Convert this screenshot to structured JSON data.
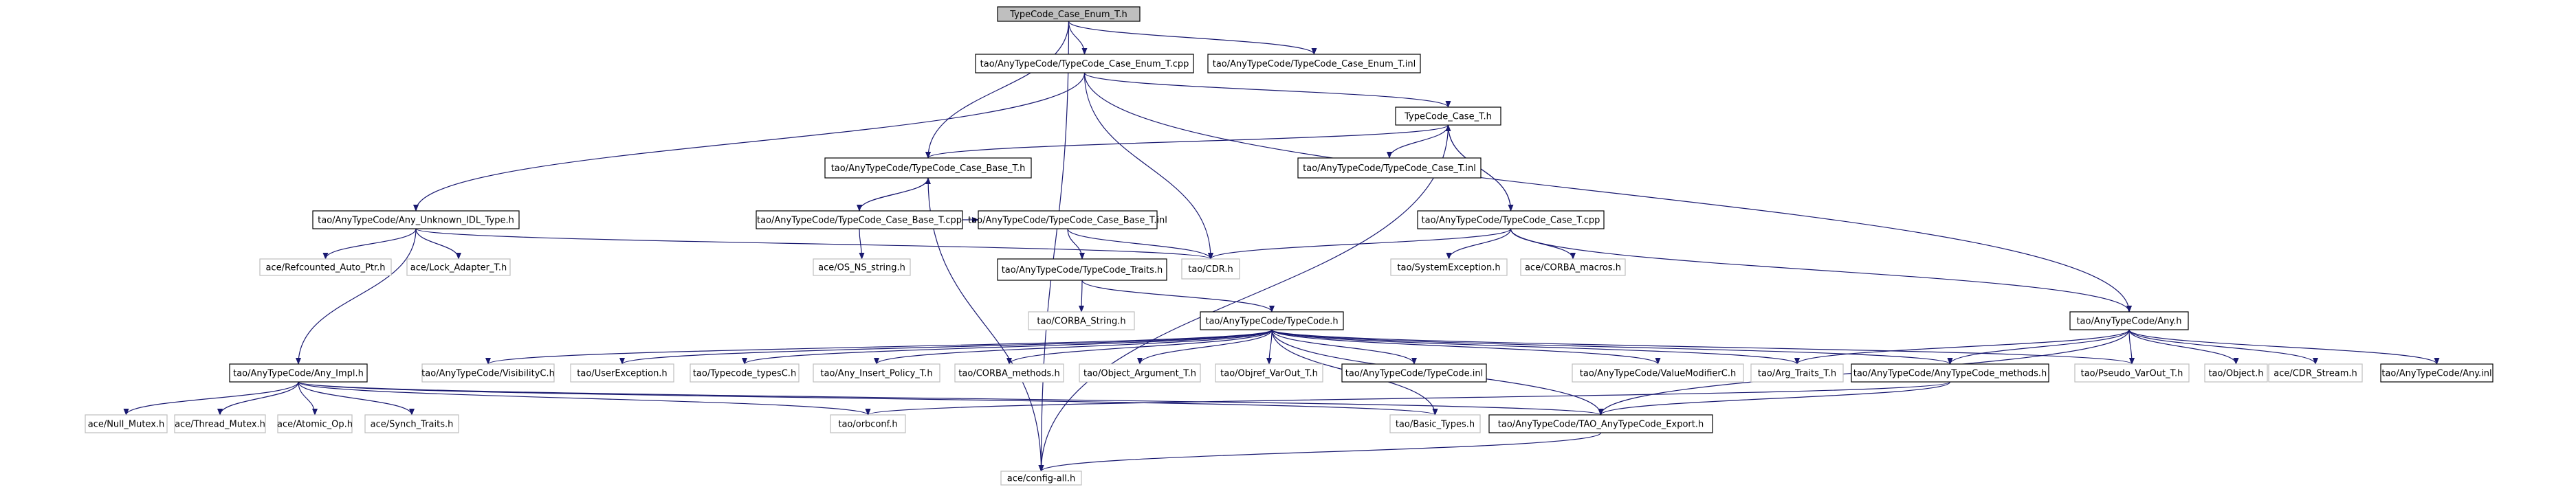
{
  "title": "TypeCode_Case_Enum_T.h",
  "colors": {
    "edge": "#191970",
    "box_border": "#000000",
    "leaf_border": "#bfbfbf",
    "root_fill": "#bfbfbf",
    "text": "#000000"
  },
  "nodes": [
    {
      "id": "n0",
      "label": "TypeCode_Case_Enum_T.h",
      "kind": "root"
    },
    {
      "id": "n1",
      "label": "tao/AnyTypeCode/TypeCode_Case_Enum_T.cpp",
      "kind": "box"
    },
    {
      "id": "n2",
      "label": "tao/AnyTypeCode/TypeCode_Case_Enum_T.inl",
      "kind": "box"
    },
    {
      "id": "n3",
      "label": "ace/config-all.h",
      "kind": "leaf"
    },
    {
      "id": "n4",
      "label": "TypeCode_Case_T.h",
      "kind": "box"
    },
    {
      "id": "n5",
      "label": "tao/AnyTypeCode/TypeCode_Case_Base_T.h",
      "kind": "box"
    },
    {
      "id": "n6",
      "label": "tao/AnyTypeCode/TypeCode_Case_T.inl",
      "kind": "box"
    },
    {
      "id": "n7",
      "label": "tao/AnyTypeCode/Any_Unknown_IDL_Type.h",
      "kind": "box"
    },
    {
      "id": "n8",
      "label": "tao/AnyTypeCode/TypeCode_Case_Base_T.cpp",
      "kind": "box"
    },
    {
      "id": "n9",
      "label": "tao/AnyTypeCode/TypeCode_Case_Base_T.inl",
      "kind": "box"
    },
    {
      "id": "n10",
      "label": "tao/AnyTypeCode/TypeCode_Case_T.cpp",
      "kind": "box"
    },
    {
      "id": "n11",
      "label": "ace/Refcounted_Auto_Ptr.h",
      "kind": "leaf"
    },
    {
      "id": "n12",
      "label": "ace/Lock_Adapter_T.h",
      "kind": "leaf"
    },
    {
      "id": "n13",
      "label": "ace/OS_NS_string.h",
      "kind": "leaf"
    },
    {
      "id": "n14",
      "label": "tao/AnyTypeCode/TypeCode_Traits.h",
      "kind": "box"
    },
    {
      "id": "n15",
      "label": "tao/CDR.h",
      "kind": "leaf"
    },
    {
      "id": "n16",
      "label": "tao/SystemException.h",
      "kind": "leaf"
    },
    {
      "id": "n17",
      "label": "ace/CORBA_macros.h",
      "kind": "leaf"
    },
    {
      "id": "n18",
      "label": "tao/CORBA_String.h",
      "kind": "leaf"
    },
    {
      "id": "n19",
      "label": "tao/AnyTypeCode/TypeCode.h",
      "kind": "box"
    },
    {
      "id": "n20",
      "label": "tao/AnyTypeCode/Any.h",
      "kind": "box"
    },
    {
      "id": "n21",
      "label": "tao/AnyTypeCode/Any_Impl.h",
      "kind": "box"
    },
    {
      "id": "n22",
      "label": "tao/AnyTypeCode/VisibilityC.h",
      "kind": "leaf"
    },
    {
      "id": "n23",
      "label": "tao/UserException.h",
      "kind": "leaf"
    },
    {
      "id": "n24",
      "label": "tao/Typecode_typesC.h",
      "kind": "leaf"
    },
    {
      "id": "n25",
      "label": "tao/Any_Insert_Policy_T.h",
      "kind": "leaf"
    },
    {
      "id": "n26",
      "label": "tao/CORBA_methods.h",
      "kind": "leaf"
    },
    {
      "id": "n27",
      "label": "tao/Object_Argument_T.h",
      "kind": "leaf"
    },
    {
      "id": "n28",
      "label": "tao/Objref_VarOut_T.h",
      "kind": "leaf"
    },
    {
      "id": "n29",
      "label": "tao/AnyTypeCode/TypeCode.inl",
      "kind": "box"
    },
    {
      "id": "n30",
      "label": "tao/AnyTypeCode/ValueModifierC.h",
      "kind": "leaf"
    },
    {
      "id": "n31",
      "label": "tao/Arg_Traits_T.h",
      "kind": "leaf"
    },
    {
      "id": "n32",
      "label": "tao/AnyTypeCode/AnyTypeCode_methods.h",
      "kind": "box"
    },
    {
      "id": "n33",
      "label": "tao/Pseudo_VarOut_T.h",
      "kind": "leaf"
    },
    {
      "id": "n34",
      "label": "tao/Object.h",
      "kind": "leaf"
    },
    {
      "id": "n35",
      "label": "ace/CDR_Stream.h",
      "kind": "leaf"
    },
    {
      "id": "n36",
      "label": "tao/AnyTypeCode/Any.inl",
      "kind": "box"
    },
    {
      "id": "n37",
      "label": "ace/Null_Mutex.h",
      "kind": "leaf"
    },
    {
      "id": "n38",
      "label": "ace/Thread_Mutex.h",
      "kind": "leaf"
    },
    {
      "id": "n39",
      "label": "ace/Atomic_Op.h",
      "kind": "leaf"
    },
    {
      "id": "n40",
      "label": "ace/Synch_Traits.h",
      "kind": "leaf"
    },
    {
      "id": "n41",
      "label": "tao/orbconf.h",
      "kind": "leaf"
    },
    {
      "id": "n42",
      "label": "tao/Basic_Types.h",
      "kind": "leaf"
    },
    {
      "id": "n43",
      "label": "tao/AnyTypeCode/TAO_AnyTypeCode_Export.h",
      "kind": "box"
    }
  ],
  "edges": [
    [
      "n0",
      "n1"
    ],
    [
      "n0",
      "n2"
    ],
    [
      "n0",
      "n3"
    ],
    [
      "n0",
      "n5"
    ],
    [
      "n1",
      "n4"
    ],
    [
      "n1",
      "n7"
    ],
    [
      "n1",
      "n15"
    ],
    [
      "n1",
      "n20"
    ],
    [
      "n4",
      "n5"
    ],
    [
      "n4",
      "n6"
    ],
    [
      "n4",
      "n10"
    ],
    [
      "n4",
      "n3"
    ],
    [
      "n5",
      "n8"
    ],
    [
      "n5",
      "n3"
    ],
    [
      "n8",
      "n5"
    ],
    [
      "n8",
      "n9"
    ],
    [
      "n8",
      "n13"
    ],
    [
      "n9",
      "n14"
    ],
    [
      "n9",
      "n15"
    ],
    [
      "n10",
      "n4"
    ],
    [
      "n10",
      "n15"
    ],
    [
      "n10",
      "n16"
    ],
    [
      "n10",
      "n17"
    ],
    [
      "n10",
      "n20"
    ],
    [
      "n7",
      "n11"
    ],
    [
      "n7",
      "n12"
    ],
    [
      "n7",
      "n15"
    ],
    [
      "n7",
      "n21"
    ],
    [
      "n14",
      "n18"
    ],
    [
      "n14",
      "n19"
    ],
    [
      "n19",
      "n22"
    ],
    [
      "n19",
      "n23"
    ],
    [
      "n19",
      "n24"
    ],
    [
      "n19",
      "n25"
    ],
    [
      "n19",
      "n26"
    ],
    [
      "n19",
      "n27"
    ],
    [
      "n19",
      "n28"
    ],
    [
      "n19",
      "n29"
    ],
    [
      "n19",
      "n30"
    ],
    [
      "n19",
      "n31"
    ],
    [
      "n19",
      "n32"
    ],
    [
      "n19",
      "n33"
    ],
    [
      "n19",
      "n42"
    ],
    [
      "n19",
      "n43"
    ],
    [
      "n20",
      "n31"
    ],
    [
      "n20",
      "n32"
    ],
    [
      "n20",
      "n33"
    ],
    [
      "n20",
      "n34"
    ],
    [
      "n20",
      "n35"
    ],
    [
      "n20",
      "n36"
    ],
    [
      "n20",
      "n43"
    ],
    [
      "n21",
      "n37"
    ],
    [
      "n21",
      "n38"
    ],
    [
      "n21",
      "n39"
    ],
    [
      "n21",
      "n40"
    ],
    [
      "n21",
      "n41"
    ],
    [
      "n21",
      "n42"
    ],
    [
      "n21",
      "n43"
    ],
    [
      "n32",
      "n41"
    ],
    [
      "n32",
      "n43"
    ],
    [
      "n43",
      "n3"
    ]
  ]
}
